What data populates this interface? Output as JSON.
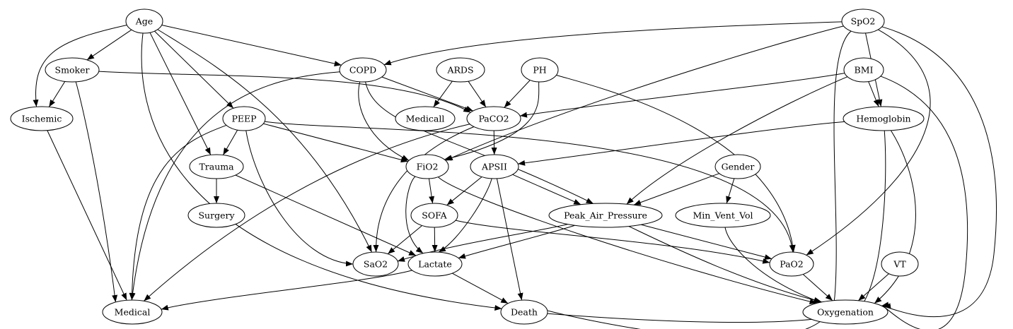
{
  "diagram": {
    "type": "directed-graph",
    "colors": {
      "node_fill": "#ffffff",
      "stroke": "#000000",
      "text": "#000000",
      "background": "#ffffff"
    },
    "nodes": [
      {
        "id": "Age",
        "label": "Age"
      },
      {
        "id": "Smoker",
        "label": "Smoker"
      },
      {
        "id": "Ischemic",
        "label": "Ischemic"
      },
      {
        "id": "PEEP",
        "label": "PEEP"
      },
      {
        "id": "Trauma",
        "label": "Trauma"
      },
      {
        "id": "Surgery",
        "label": "Surgery"
      },
      {
        "id": "COPD",
        "label": "COPD"
      },
      {
        "id": "ARDS",
        "label": "ARDS"
      },
      {
        "id": "PH",
        "label": "PH"
      },
      {
        "id": "Medicall",
        "label": "Medicall"
      },
      {
        "id": "PaCO2",
        "label": "PaCO2"
      },
      {
        "id": "FiO2",
        "label": "FiO2"
      },
      {
        "id": "APSII",
        "label": "APSII"
      },
      {
        "id": "SOFA",
        "label": "SOFA"
      },
      {
        "id": "SaO2",
        "label": "SaO2"
      },
      {
        "id": "Lactate",
        "label": "Lactate"
      },
      {
        "id": "Medical",
        "label": "Medical"
      },
      {
        "id": "Death",
        "label": "Death"
      },
      {
        "id": "SpO2",
        "label": "SpO2"
      },
      {
        "id": "BMI",
        "label": "BMI"
      },
      {
        "id": "Hemoglobin",
        "label": "Hemoglobin"
      },
      {
        "id": "Gender",
        "label": "Gender"
      },
      {
        "id": "Peak_Air_Pressure",
        "label": "Peak_Air_Pressure"
      },
      {
        "id": "Min_Vent_Vol",
        "label": "Min_Vent_Vol"
      },
      {
        "id": "PaO2",
        "label": "PaO2"
      },
      {
        "id": "VT",
        "label": "VT"
      },
      {
        "id": "Oxygenation",
        "label": "Oxygenation"
      }
    ],
    "edges": [
      {
        "from": "Age",
        "to": "Smoker"
      },
      {
        "from": "Age",
        "to": "Ischemic"
      },
      {
        "from": "Age",
        "to": "COPD"
      },
      {
        "from": "Age",
        "to": "PEEP"
      },
      {
        "from": "Age",
        "to": "Trauma"
      },
      {
        "from": "Age",
        "to": "SaO2"
      },
      {
        "from": "Age",
        "to": "Death"
      },
      {
        "from": "Smoker",
        "to": "Ischemic"
      },
      {
        "from": "Smoker",
        "to": "Medical"
      },
      {
        "from": "Smoker",
        "to": "PaCO2"
      },
      {
        "from": "Ischemic",
        "to": "Medical"
      },
      {
        "from": "PEEP",
        "to": "Trauma"
      },
      {
        "from": "PEEP",
        "to": "Medical"
      },
      {
        "from": "PEEP",
        "to": "FiO2"
      },
      {
        "from": "PEEP",
        "to": "SaO2"
      },
      {
        "from": "PEEP",
        "to": "PaO2"
      },
      {
        "from": "Trauma",
        "to": "Surgery"
      },
      {
        "from": "Trauma",
        "to": "Lactate"
      },
      {
        "from": "COPD",
        "to": "PaCO2"
      },
      {
        "from": "COPD",
        "to": "Medical"
      },
      {
        "from": "COPD",
        "to": "FiO2"
      },
      {
        "from": "COPD",
        "to": "Peak_Air_Pressure"
      },
      {
        "from": "ARDS",
        "to": "Medicall"
      },
      {
        "from": "ARDS",
        "to": "PaCO2"
      },
      {
        "from": "PH",
        "to": "PaCO2"
      },
      {
        "from": "PH",
        "to": "FiO2"
      },
      {
        "from": "PH",
        "to": "PaO2"
      },
      {
        "from": "PaCO2",
        "to": "APSII"
      },
      {
        "from": "PaCO2",
        "to": "Medical"
      },
      {
        "from": "PaCO2",
        "to": "SaO2"
      },
      {
        "from": "FiO2",
        "to": "SOFA"
      },
      {
        "from": "FiO2",
        "to": "Lactate"
      },
      {
        "from": "FiO2",
        "to": "Oxygenation"
      },
      {
        "from": "APSII",
        "to": "SOFA"
      },
      {
        "from": "APSII",
        "to": "Peak_Air_Pressure"
      },
      {
        "from": "APSII",
        "to": "Lactate"
      },
      {
        "from": "APSII",
        "to": "Death"
      },
      {
        "from": "SOFA",
        "to": "SaO2"
      },
      {
        "from": "SOFA",
        "to": "Lactate"
      },
      {
        "from": "SOFA",
        "to": "PaO2"
      },
      {
        "from": "Lactate",
        "to": "Medical"
      },
      {
        "from": "Lactate",
        "to": "Death"
      },
      {
        "from": "SpO2",
        "to": "COPD"
      },
      {
        "from": "SpO2",
        "to": "FiO2"
      },
      {
        "from": "SpO2",
        "to": "Hemoglobin"
      },
      {
        "from": "SpO2",
        "to": "PaO2"
      },
      {
        "from": "SpO2",
        "to": "Death"
      },
      {
        "from": "SpO2",
        "to": "Oxygenation"
      },
      {
        "from": "BMI",
        "to": "PaCO2"
      },
      {
        "from": "BMI",
        "to": "Hemoglobin"
      },
      {
        "from": "BMI",
        "to": "Peak_Air_Pressure"
      },
      {
        "from": "BMI",
        "to": "Oxygenation"
      },
      {
        "from": "Hemoglobin",
        "to": "APSII"
      },
      {
        "from": "Hemoglobin",
        "to": "Death"
      },
      {
        "from": "Hemoglobin",
        "to": "Oxygenation"
      },
      {
        "from": "Gender",
        "to": "Peak_Air_Pressure"
      },
      {
        "from": "Gender",
        "to": "Min_Vent_Vol"
      },
      {
        "from": "Peak_Air_Pressure",
        "to": "SaO2"
      },
      {
        "from": "Peak_Air_Pressure",
        "to": "Lactate"
      },
      {
        "from": "Peak_Air_Pressure",
        "to": "PaO2"
      },
      {
        "from": "Peak_Air_Pressure",
        "to": "Oxygenation"
      },
      {
        "from": "Min_Vent_Vol",
        "to": "Oxygenation"
      },
      {
        "from": "PaO2",
        "to": "Oxygenation"
      },
      {
        "from": "VT",
        "to": "Oxygenation"
      }
    ]
  }
}
